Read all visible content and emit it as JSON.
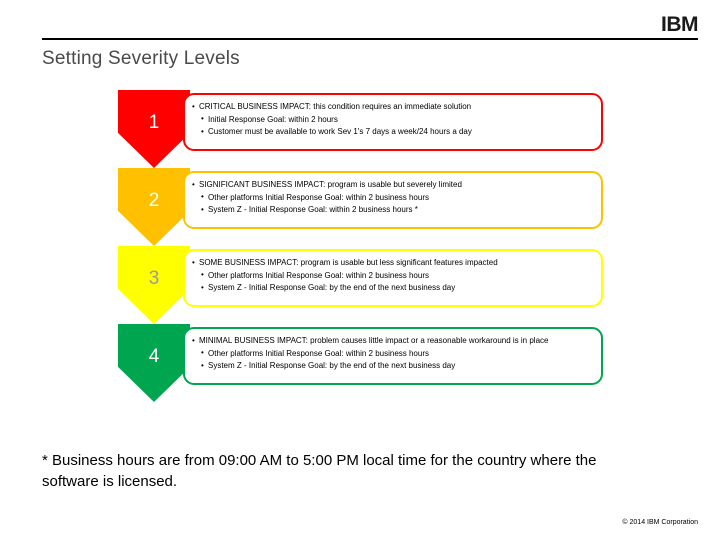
{
  "header": {
    "logo_text": "IBM",
    "title": "Setting Severity Levels"
  },
  "severity_rows": [
    {
      "number": "1",
      "color": "#FF0000",
      "border_color": "#FF0000",
      "number_color": "#ffffff",
      "bullets": [
        {
          "text": "CRITICAL BUSINESS IMPACT: this condition requires an immediate solution",
          "indent": false
        },
        {
          "text": "Initial Response Goal: within 2 hours",
          "indent": true
        },
        {
          "text": "Customer must be available to work Sev 1's 7 days a week/24 hours a day",
          "indent": true
        }
      ]
    },
    {
      "number": "2",
      "color": "#FFC000",
      "border_color": "#FFC000",
      "number_color": "#ffffff",
      "bullets": [
        {
          "text": "SIGNIFICANT BUSINESS IMPACT: program is usable but severely limited",
          "indent": false
        },
        {
          "text": "Other platforms Initial Response Goal: within 2 business hours",
          "indent": true
        },
        {
          "text": "System Z - Initial Response Goal: within 2 business hours *",
          "indent": true
        }
      ]
    },
    {
      "number": "3",
      "color": "#FFFF00",
      "border_color": "#FFFF00",
      "number_color": "#9a9a9a",
      "bullets": [
        {
          "text": "SOME BUSINESS IMPACT: program is usable but less significant features impacted",
          "indent": false
        },
        {
          "text": "Other platforms Initial Response Goal: within 2 business hours",
          "indent": true
        },
        {
          "text": "System Z - Initial Response Goal: by the end of the next business day",
          "indent": true
        }
      ]
    },
    {
      "number": "4",
      "color": "#00A550",
      "border_color": "#00A550",
      "number_color": "#ffffff",
      "bullets": [
        {
          "text": "MINIMAL BUSINESS IMPACT: problem causes little impact or a reasonable workaround is in place",
          "indent": false
        },
        {
          "text": "Other platforms Initial Response Goal: within 2 business hours",
          "indent": true
        },
        {
          "text": "System Z - Initial Response Goal: by the end of the next business day",
          "indent": true
        }
      ]
    }
  ],
  "footnote": "* Business hours are from 09:00 AM to 5:00 PM local time for the country where the software is licensed.",
  "copyright": "© 2014 IBM Corporation"
}
